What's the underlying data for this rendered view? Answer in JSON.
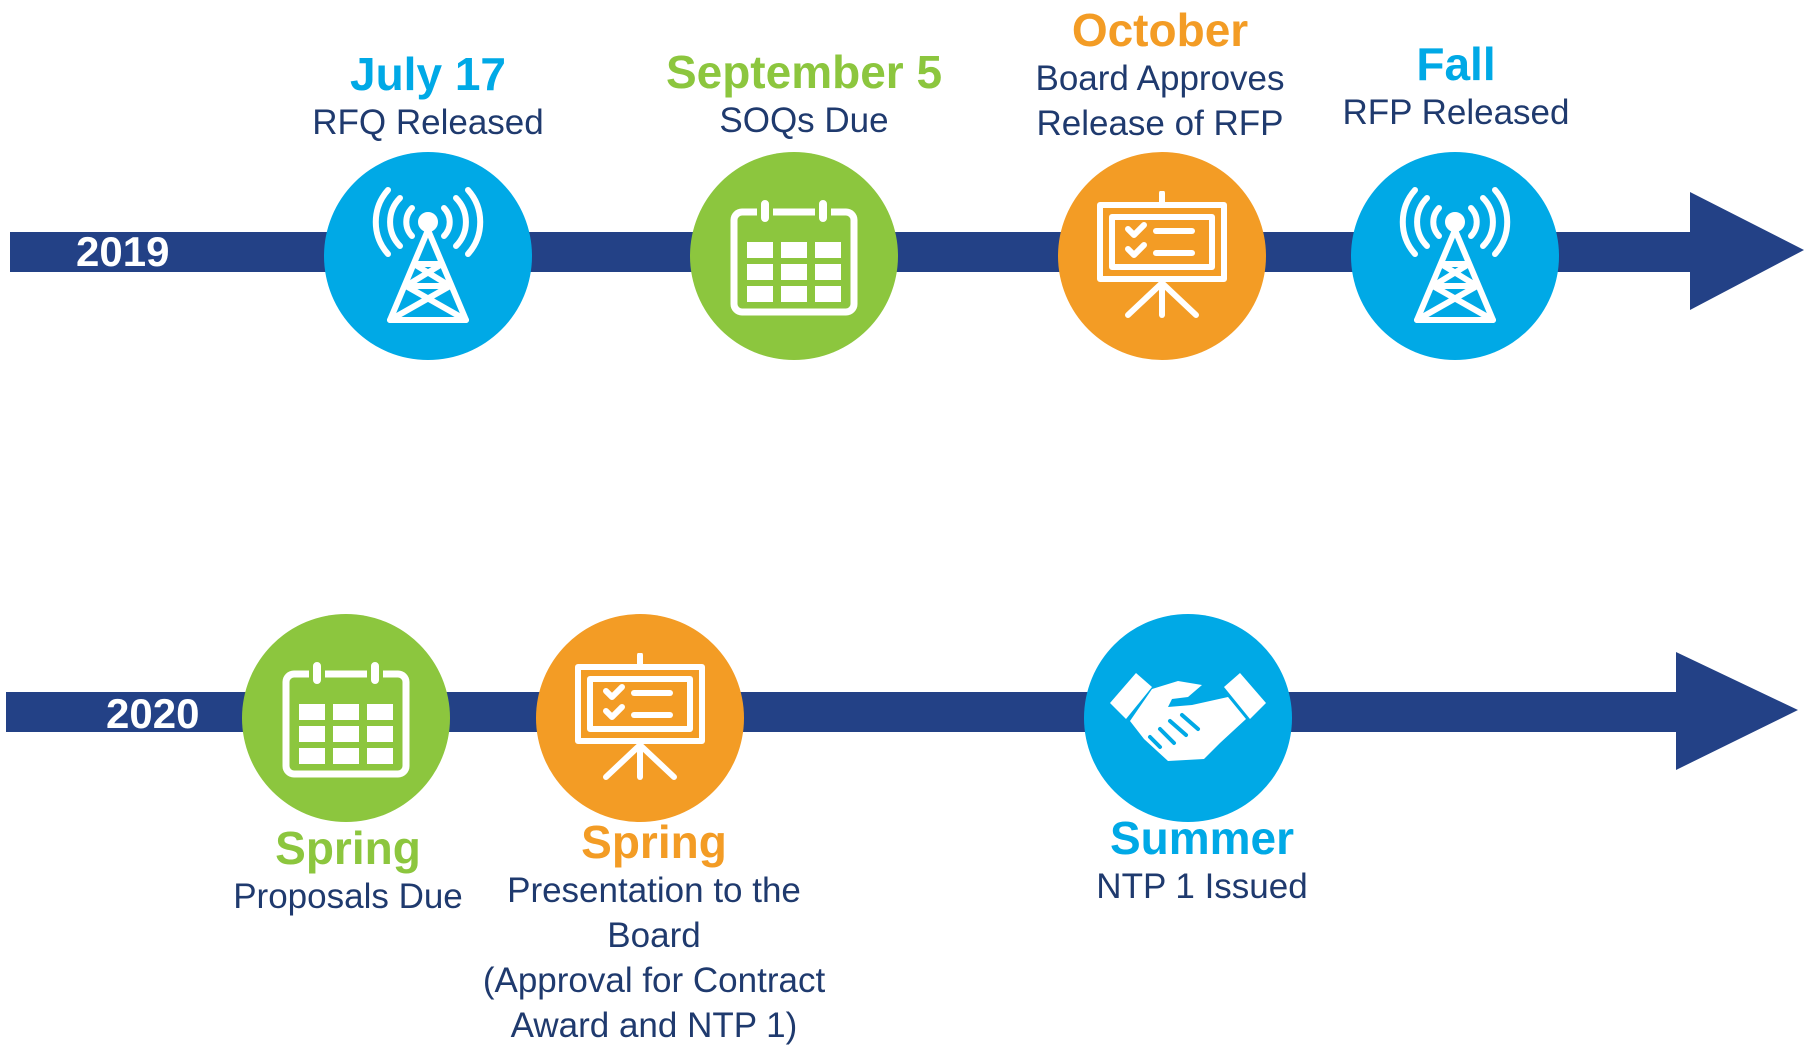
{
  "colors": {
    "navy": "#234186",
    "blue": "#00a9e6",
    "green": "#8cc63e",
    "orange": "#f39c25",
    "text": "#1f3a6e"
  },
  "timeline_2019": {
    "year": "2019",
    "milestones": [
      {
        "head": "July 17",
        "desc": "RFQ Released",
        "color": "blue",
        "icon": "radio-tower-icon"
      },
      {
        "head": "September 5",
        "desc": "SOQs Due",
        "color": "green",
        "icon": "calendar-icon"
      },
      {
        "head": "October",
        "desc": "Board Approves\nRelease of RFP",
        "color": "orange",
        "icon": "presentation-board-icon"
      },
      {
        "head": "Fall",
        "desc": "RFP Released",
        "color": "blue",
        "icon": "radio-tower-icon"
      }
    ]
  },
  "timeline_2020": {
    "year": "2020",
    "milestones": [
      {
        "head": "Spring",
        "desc": "Proposals Due",
        "color": "green",
        "icon": "calendar-icon"
      },
      {
        "head": "Spring",
        "desc": "Presentation to the\nBoard\n(Approval for Contract\nAward and NTP 1)",
        "color": "orange",
        "icon": "presentation-board-icon"
      },
      {
        "head": "Summer",
        "desc": "NTP 1 Issued",
        "color": "blue",
        "icon": "handshake-icon"
      }
    ]
  }
}
